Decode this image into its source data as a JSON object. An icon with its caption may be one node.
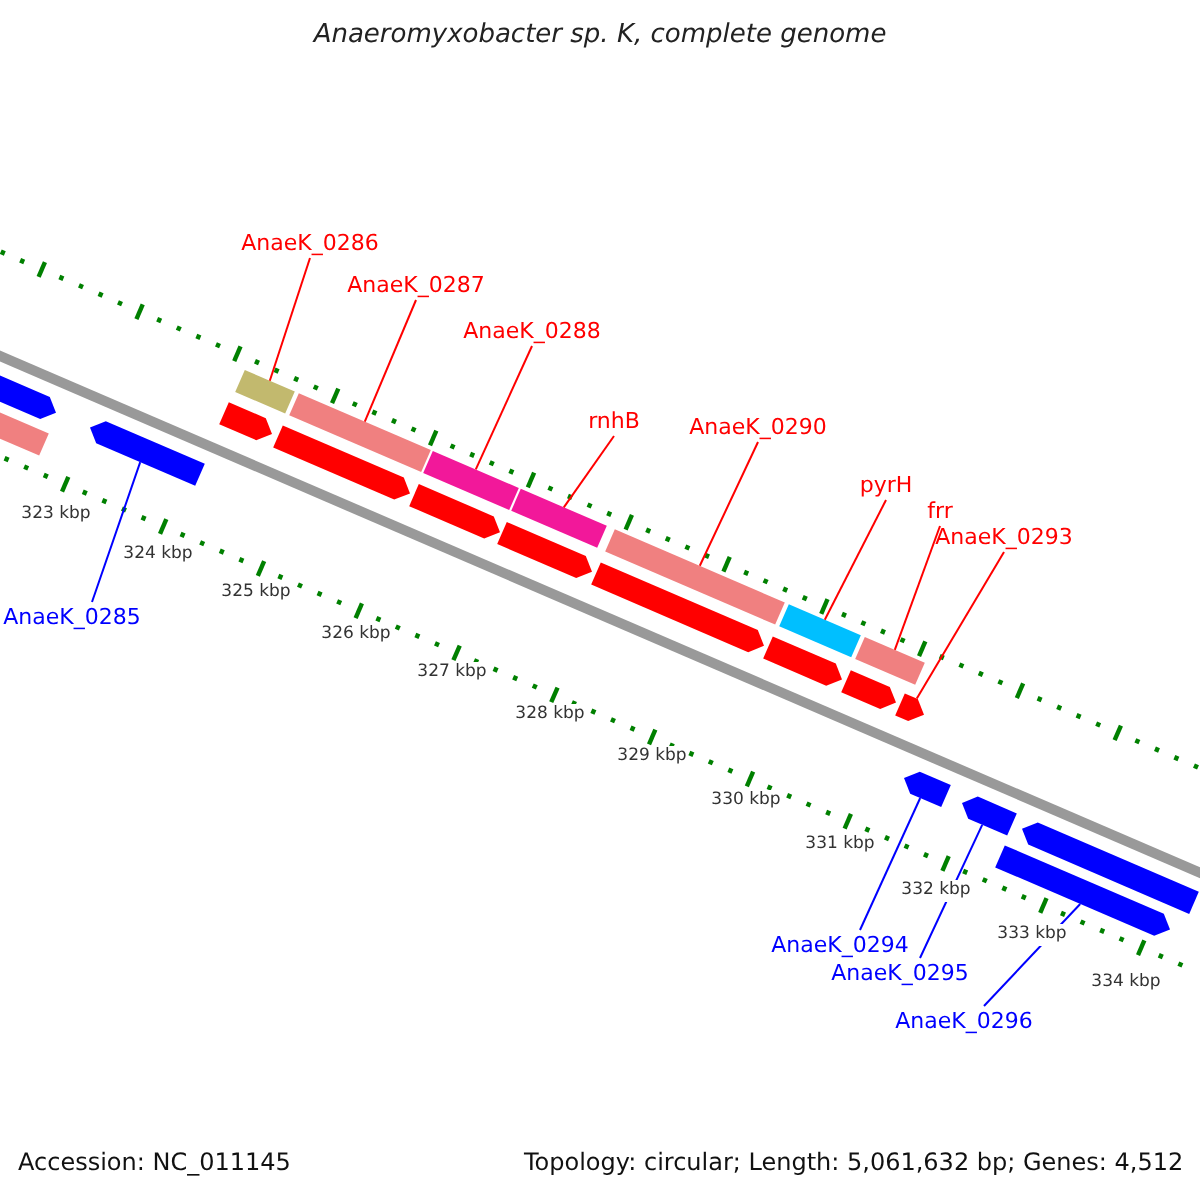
{
  "diagram": {
    "title": "Anaeromyxobacter sp. K, complete genome",
    "nodes": [
      {
        "text": [
          "AnaeK_0286"
        ]
      },
      {
        "text": [
          "AnaeK_0287"
        ]
      },
      {
        "text": [
          "AnaeK_0288"
        ]
      },
      {
        "text": [
          "rnhB"
        ]
      },
      {
        "text": [
          "AnaeK_0290"
        ]
      },
      {
        "text": [
          "pyrH"
        ]
      },
      {
        "text": [
          "frr"
        ]
      },
      {
        "text": [
          "AnaeK_0293"
        ]
      },
      {
        "text": [
          "AnaeK_0285"
        ]
      },
      {
        "text": [
          "AnaeK_0294"
        ]
      },
      {
        "text": [
          "AnaeK_0295"
        ]
      },
      {
        "text": [
          "AnaeK_0296"
        ]
      },
      {
        "text": [],
        "shape": "bar"
      },
      {
        "text": [],
        "shape": "bar"
      },
      {
        "text": [],
        "shape": "bar"
      },
      {
        "text": [],
        "shape": "bar"
      },
      {
        "text": [],
        "shape": "bar"
      },
      {
        "text": [],
        "shape": "bar"
      },
      {
        "text": [],
        "shape": "bar"
      },
      {
        "text": [],
        "shape": "arrow"
      },
      {
        "text": [],
        "shape": "arrow"
      },
      {
        "text": [],
        "shape": "arrow"
      },
      {
        "text": [],
        "shape": "arrow"
      },
      {
        "text": [],
        "shape": "arrow"
      },
      {
        "text": [],
        "shape": "arrow"
      },
      {
        "text": [],
        "shape": "bar"
      },
      {
        "text": [],
        "shape": "arrow"
      },
      {
        "text": [],
        "shape": "arrow"
      },
      {
        "text": [],
        "shape": "arrow"
      },
      {
        "text": [],
        "shape": "arrow"
      },
      {
        "text": [],
        "shape": "arrow"
      },
      {
        "text": [],
        "shape": "arrow"
      },
      {
        "text": [],
        "shape": "arrow"
      },
      {
        "text": [],
        "shape": "arrow"
      }
    ],
    "edges": [
      {
        "from": 0,
        "to": 12,
        "arrow": "none"
      },
      {
        "from": 1,
        "to": 13,
        "arrow": "none"
      },
      {
        "from": 2,
        "to": 14,
        "arrow": "none"
      },
      {
        "from": 3,
        "to": 15,
        "arrow": "none"
      },
      {
        "from": 4,
        "to": 16,
        "arrow": "none"
      },
      {
        "from": 5,
        "to": 17,
        "arrow": "none"
      },
      {
        "from": 6,
        "to": 18,
        "arrow": "none"
      },
      {
        "from": 7,
        "to": 19,
        "arrow": "none"
      },
      {
        "from": 8,
        "to": 20,
        "arrow": "none",
        "color": "#0000ff"
      },
      {
        "from": 9,
        "to": 21,
        "arrow": "none",
        "color": "#0000ff"
      },
      {
        "from": 10,
        "to": 22,
        "arrow": "none",
        "color": "#0000ff"
      },
      {
        "from": 11,
        "to": 23,
        "arrow": "none",
        "color": "#0000ff"
      }
    ],
    "labels": [
      "323 kbp",
      "324 kbp",
      "325 kbp",
      "326 kbp",
      "327 kbp",
      "328 kbp",
      "329 kbp",
      "330 kbp",
      "331 kbp",
      "332 kbp",
      "333 kbp",
      "334 kbp",
      "Accession: NC_011145",
      "Topology: circular; Length: 5,061,632 bp; Genes: 4,512"
    ]
  }
}
